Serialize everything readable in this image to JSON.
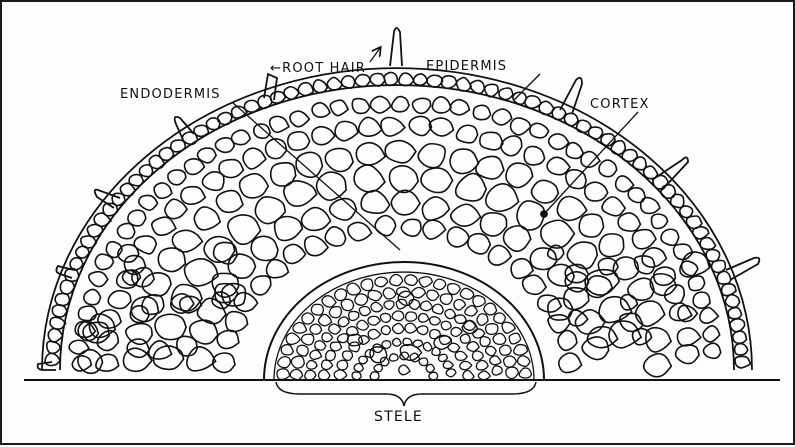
{
  "labels": {
    "root_hair": "ROOT HAIR",
    "epidermis": "EPIDERMIS",
    "endodermis": "ENDODERMIS",
    "cortex": "CORTEX",
    "stele": "STELE"
  },
  "colors": {
    "ink": "#111111",
    "paper": "#fdfdfd"
  }
}
